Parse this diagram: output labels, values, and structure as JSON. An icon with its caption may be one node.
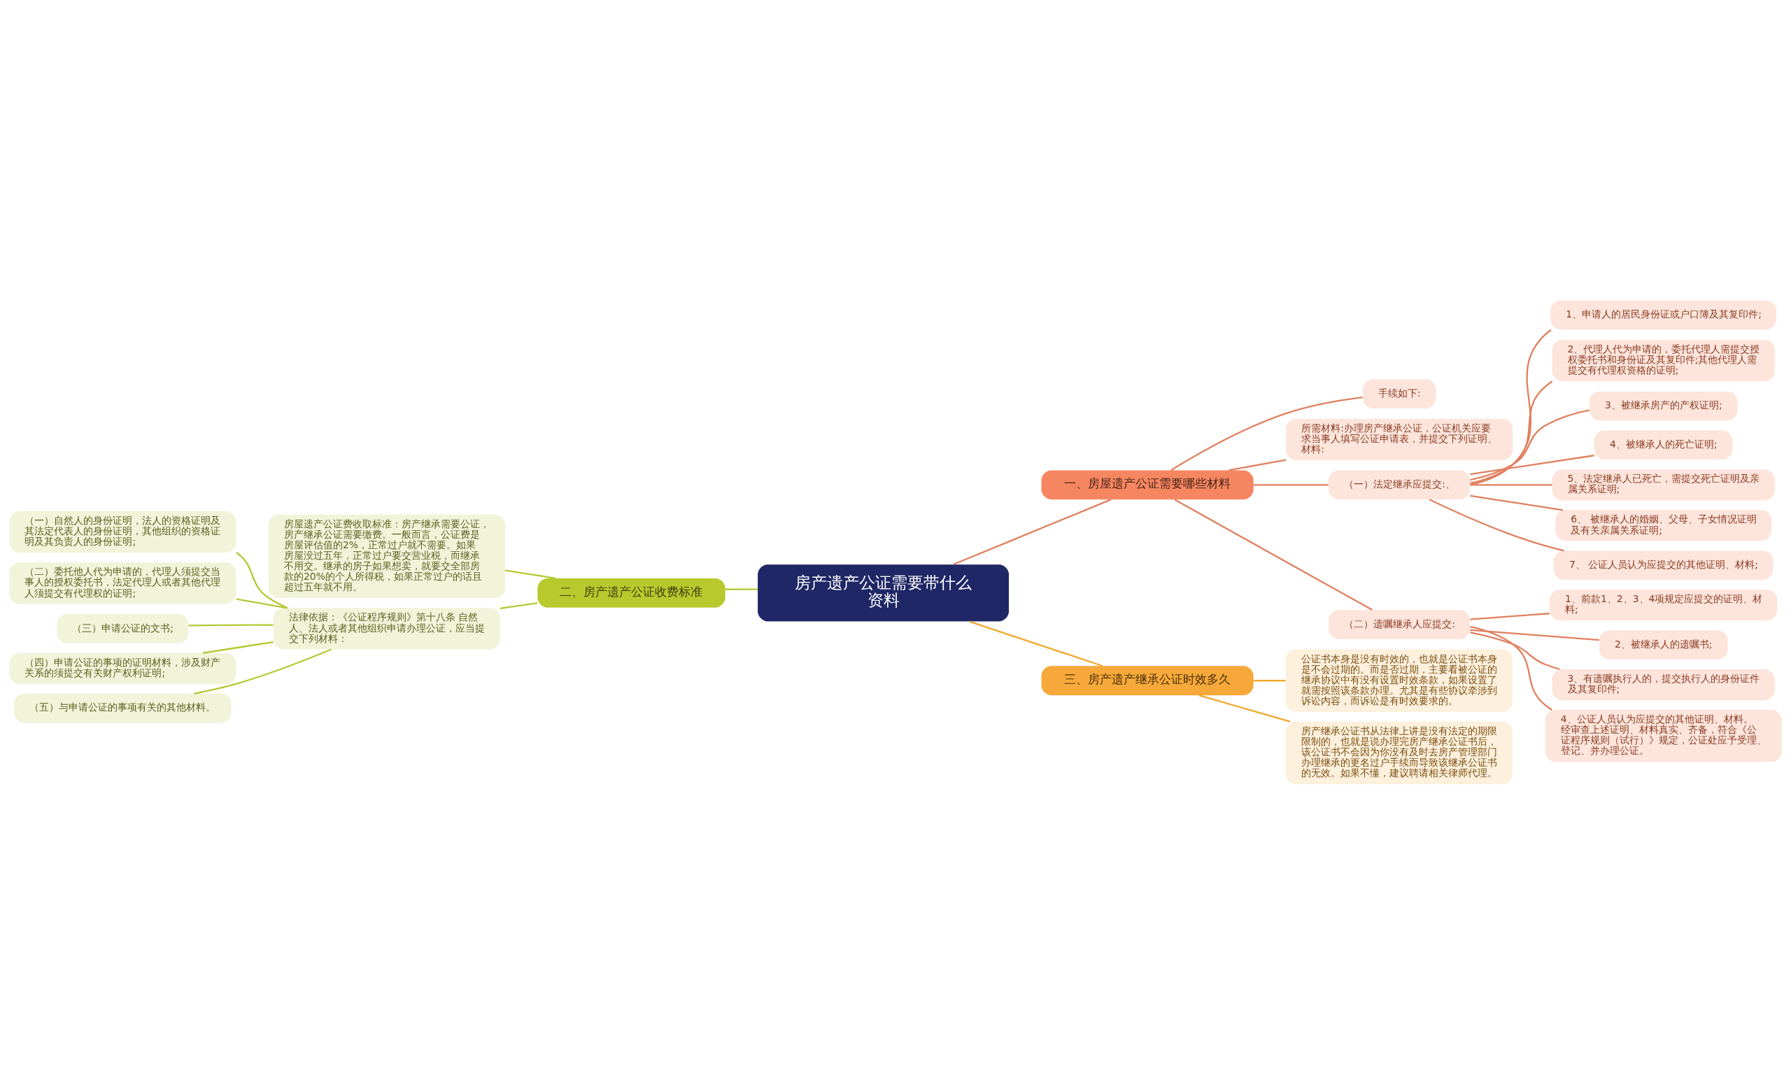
{
  "diagram": {
    "nodes": [
      {
        "text": [
          "房产遗产公证需要带什么资料"
        ]
      },
      {
        "text": [
          "一、房屋遗产公证需要哪些材料"
        ]
      },
      {
        "text": [
          "手续如下:"
        ]
      },
      {
        "text": [
          "所需材料:办理房产继承公证，公证机关应要求当事人填写公证申请表，并提交下列证明、材料:"
        ]
      },
      {
        "text": [
          "（一）法定继承应提交:、"
        ]
      },
      {
        "text": [
          "1、申请人的居民身份证或户口簿及其复印件;"
        ]
      },
      {
        "text": [
          "2、代理人代为申请的，委托代理人需提交授权委托书和身份证及其复印件;其他代理人需提交有代理权资格的证明;"
        ]
      },
      {
        "text": [
          "3、被继承房产的产权证明;"
        ]
      },
      {
        "text": [
          "4、被继承人的死亡证明;"
        ]
      },
      {
        "text": [
          "5、法定继承人已死亡，需提交死亡证明及亲属关系证明;"
        ]
      },
      {
        "text": [
          "6、 被继承人的婚姻、父母、子女情况证明及有关亲属关系证明;"
        ]
      },
      {
        "text": [
          "7、 公证人员认为应提交的其他证明、材料;"
        ]
      },
      {
        "text": [
          "（二）遗嘱继承人应提交:"
        ]
      },
      {
        "text": [
          "1、前款1、2、3、4项规定应提交的证明、材料;"
        ]
      },
      {
        "text": [
          "2、被继承人的遗嘱书;"
        ]
      },
      {
        "text": [
          "3、有遗嘱执行人的，提交执行人的身份证件及其复印件;"
        ]
      },
      {
        "text": [
          "4、公证人员认为应提交的其他证明、材料。经审查上述证明、材料真实、齐备，符合《公证程序规则（试行）》规定，公证处应予受理、登记、并办理公证。"
        ]
      },
      {
        "text": [
          "二、房产遗产公证收费标准"
        ]
      },
      {
        "text": [
          "房屋遗产公证费收取标准：房产继承需要公证，房产继承公证需要缴费。一般而言，公证费是房屋评估值的2%，正常过户就不需要。如果房屋没过五年，正常过户要交营业税，而继承不用交。继承的房子如果想卖，就要交全部房款的20%的个人所得税，如果正常过户的话且超过五年就不用。"
        ]
      },
      {
        "text": [
          "法律依据：《公证程序规则》第十八条 自然人、法人或者其他组织申请办理公证，应当提交下列材料："
        ]
      },
      {
        "text": [
          "（一）自然人的身份证明，法人的资格证明及其法定代表人的身份证明，其他组织的资格证明及其负责人的身份证明;"
        ]
      },
      {
        "text": [
          "（二）委托他人代为申请的，代理人须提交当事人的授权委托书，法定代理人或者其他代理人须提交有代理权的证明;"
        ]
      },
      {
        "text": [
          "（三）申请公证的文书;"
        ]
      },
      {
        "text": [
          "（四）申请公证的事项的证明材料，涉及财产关系的须提交有关财产权利证明;"
        ]
      },
      {
        "text": [
          "（五）与申请公证的事项有关的其他材料。"
        ]
      },
      {
        "text": [
          "三、房产遗产继承公证时效多久"
        ]
      },
      {
        "text": [
          "公证书本身是没有时效的，也就是公证书本身是不会过期的。而是否过期，主要看被公证的继承协议中有没有设置时效条款，如果设置了就需按照该条款办理。尤其是有些协议牵涉到诉讼内容，而诉讼是有时效要求的。"
        ]
      },
      {
        "text": [
          "房产继承公证书从法律上讲是没有法定的期限限制的，也就是说办理完房产继承公证书后，该公证书不会因为你没有及时去房产管理部门办理继承的更名过户手续而导致该继承公证书的无效。如果不懂，建议聘请相关律师代理。"
        ]
      }
    ],
    "edges": [
      {
        "from": 0,
        "to": 1,
        "arrow": "none"
      },
      {
        "from": 1,
        "to": 2,
        "arrow": "none"
      },
      {
        "from": 1,
        "to": 3,
        "arrow": "none"
      },
      {
        "from": 1,
        "to": 4,
        "arrow": "none"
      },
      {
        "from": 4,
        "to": 5,
        "arrow": "none"
      },
      {
        "from": 4,
        "to": 6,
        "arrow": "none"
      },
      {
        "from": 4,
        "to": 7,
        "arrow": "none"
      },
      {
        "from": 4,
        "to": 8,
        "arrow": "none"
      },
      {
        "from": 4,
        "to": 9,
        "arrow": "none"
      },
      {
        "from": 4,
        "to": 10,
        "arrow": "none"
      },
      {
        "from": 4,
        "to": 11,
        "arrow": "none"
      },
      {
        "from": 1,
        "to": 12,
        "arrow": "none"
      },
      {
        "from": 12,
        "to": 13,
        "arrow": "none"
      },
      {
        "from": 12,
        "to": 14,
        "arrow": "none"
      },
      {
        "from": 12,
        "to": 15,
        "arrow": "none"
      },
      {
        "from": 12,
        "to": 16,
        "arrow": "none"
      },
      {
        "from": 0,
        "to": 17,
        "arrow": "none",
        "color": "#b5c935"
      },
      {
        "from": 17,
        "to": 18,
        "arrow": "none",
        "color": "#b5c935"
      },
      {
        "from": 17,
        "to": 19,
        "arrow": "none",
        "color": "#b5c935"
      },
      {
        "from": 19,
        "to": 20,
        "arrow": "none",
        "color": "#b5c935"
      },
      {
        "from": 19,
        "to": 21,
        "arrow": "none",
        "color": "#b5c935"
      },
      {
        "from": 19,
        "to": 22,
        "arrow": "none",
        "color": "#b5c935"
      },
      {
        "from": 19,
        "to": 23,
        "arrow": "none",
        "color": "#b5c935"
      },
      {
        "from": 19,
        "to": 24,
        "arrow": "none",
        "color": "#b5c935"
      },
      {
        "from": 0,
        "to": 25,
        "arrow": "none",
        "color": "#f0a830"
      },
      {
        "from": 25,
        "to": 26,
        "arrow": "none",
        "color": "#f0a830"
      },
      {
        "from": 25,
        "to": 27,
        "arrow": "none",
        "color": "#f0a830"
      }
    ]
  }
}
